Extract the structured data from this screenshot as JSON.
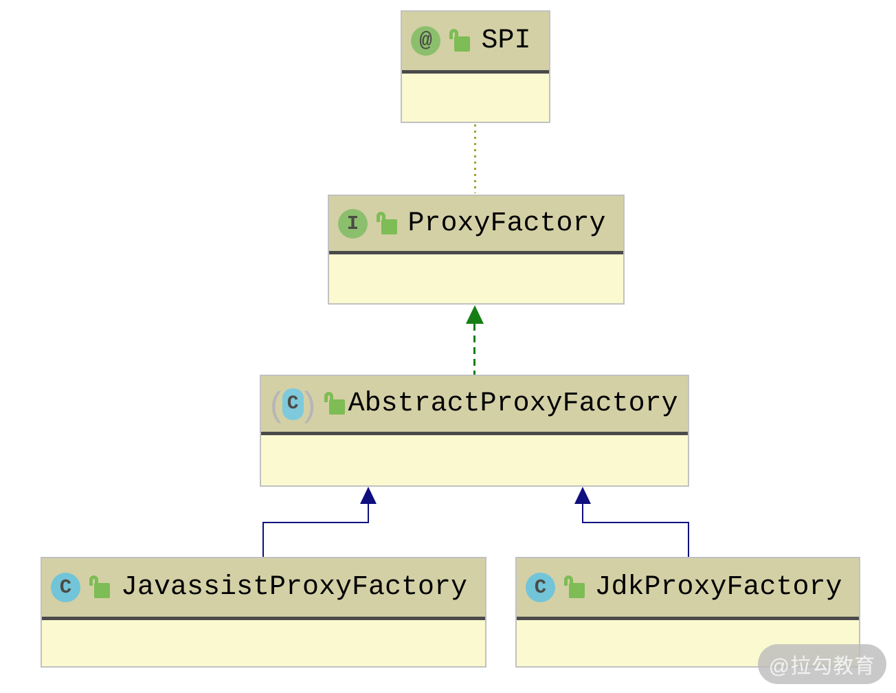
{
  "diagram": {
    "type": "uml-class-diagram",
    "background": "#ffffff",
    "colors": {
      "header_bg": "#d3d0a6",
      "body_bg": "#fbf9d0",
      "node_border": "#c1c1c1",
      "separator": "#4a4a4a",
      "annotation_icon_bg": "#8cbf6d",
      "interface_icon_bg": "#8cbf6d",
      "class_icon_bg": "#72c4d9",
      "icon_glyph": "#4b4b45",
      "lock_green": "#7ebc55",
      "extends_edge": "#0f0f80",
      "implements_edge": "#157e15",
      "annotation_edge": "#a3a02c"
    },
    "nodes": [
      {
        "name": "SPI",
        "kind": "annotation",
        "icon_letter": "@"
      },
      {
        "name": "ProxyFactory",
        "kind": "interface",
        "icon_letter": "I"
      },
      {
        "name": "AbstractProxyFactory",
        "kind": "abstract-class",
        "icon_letter": "C",
        "paren_left": "(",
        "paren_right": ")"
      },
      {
        "name": "JavassistProxyFactory",
        "kind": "class",
        "icon_letter": "C"
      },
      {
        "name": "JdkProxyFactory",
        "kind": "class",
        "icon_letter": "C"
      }
    ],
    "edges": [
      {
        "from": "SPI",
        "to": "ProxyFactory",
        "relation": "annotation-link",
        "style": "dotted-olive"
      },
      {
        "from": "AbstractProxyFactory",
        "to": "ProxyFactory",
        "relation": "implements",
        "style": "dashed-green-arrow"
      },
      {
        "from": "JavassistProxyFactory",
        "to": "AbstractProxyFactory",
        "relation": "extends",
        "style": "solid-navy-arrow"
      },
      {
        "from": "JdkProxyFactory",
        "to": "AbstractProxyFactory",
        "relation": "extends",
        "style": "solid-navy-arrow"
      }
    ],
    "watermark": {
      "text": "@拉勾教育"
    }
  }
}
